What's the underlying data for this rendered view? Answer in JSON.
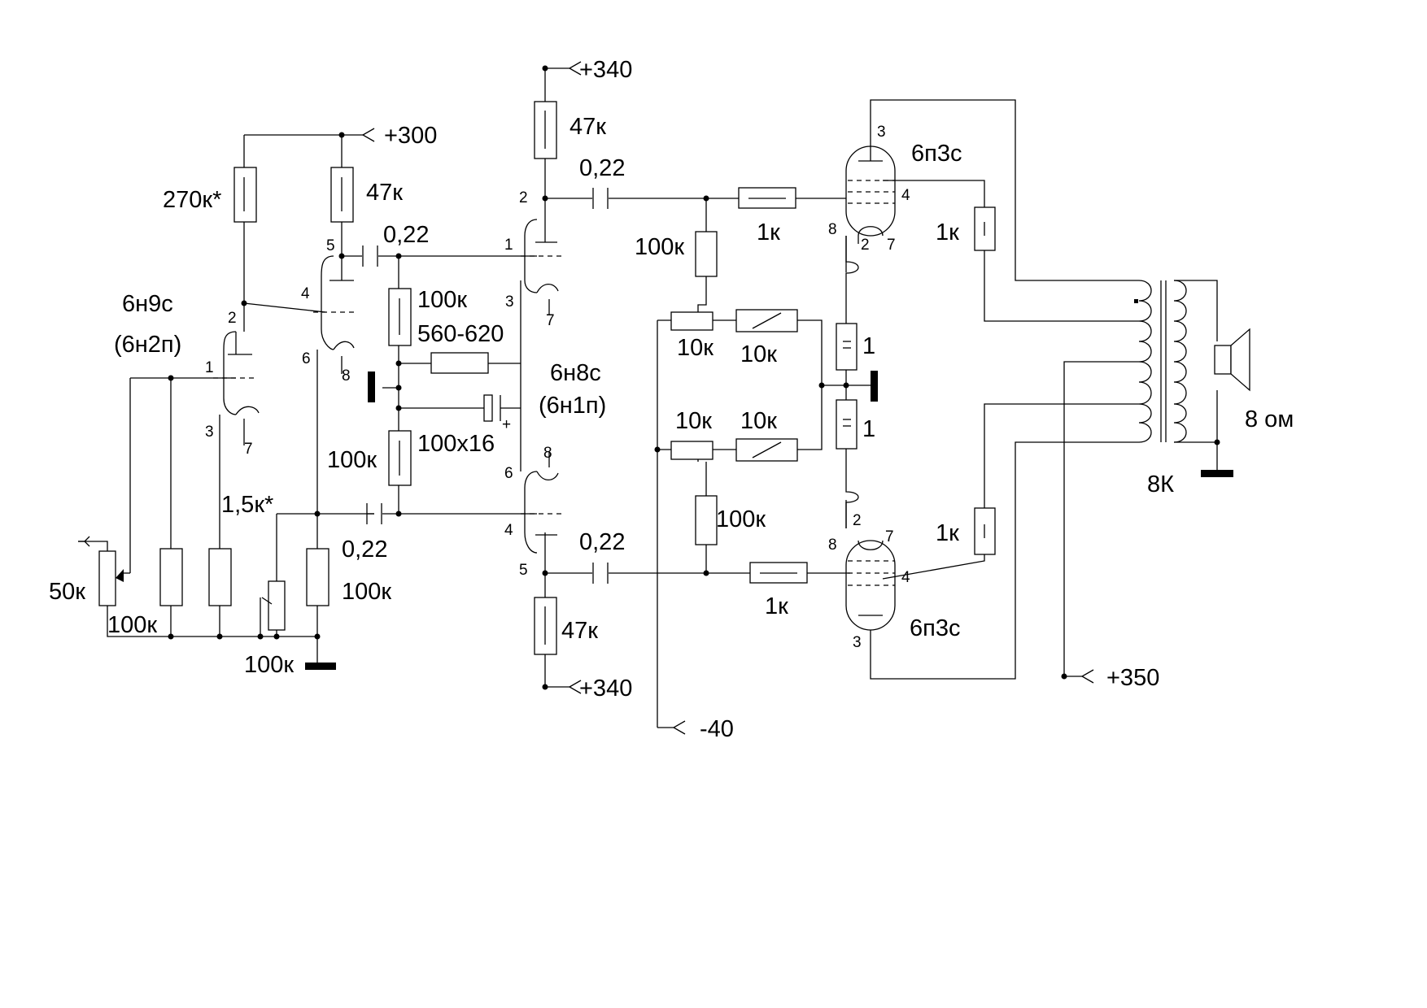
{
  "schematic": {
    "input_tube": {
      "type": "6н9с",
      "alt": "(6н2п)"
    },
    "phase_splitter": {
      "type": "6н8с",
      "alt": "(6н1п)"
    },
    "output_tubes": {
      "top": "6п3с",
      "bottom": "6п3с"
    },
    "supply": {
      "v300": "+300",
      "v340_top": "+340",
      "v340_bottom": "+340",
      "v350": "+350",
      "bias": "-40"
    },
    "components": {
      "pot_input": "50к",
      "r_grid_input": "100к",
      "r_cathode_1": "1,5к*",
      "r_bottom_100k": "100к",
      "r_bias_270k": "270к*",
      "r_load_1": "47к",
      "c_coupling_1": "0,22",
      "r_splitter_grid_top": "100к",
      "r_splitter_cathode": "560-620",
      "c_splitter_cathode": "100х16",
      "r_splitter_grid_bottom": "100к",
      "c_coupling_2": "0,22",
      "r_grid_leak_2": "100к",
      "r_load_top": "47к",
      "r_load_bottom": "47к",
      "c_out_top": "0,22",
      "c_out_bottom": "0,22",
      "r_grid_stop_top": "1к",
      "r_grid_stop_bottom": "1к",
      "r_grid_leak_top": "100к",
      "r_grid_leak_bottom": "100к",
      "trim_pot_top": "10к",
      "r_trim_top": "10к",
      "trim_pot_bottom": "10к",
      "r_trim_bottom": "10к",
      "r_cathode_top": "1",
      "r_cathode_bottom": "1",
      "r_screen_top": "1к",
      "r_screen_bottom": "1к",
      "transformer": "8К",
      "speaker": "8 ом"
    },
    "pins": {
      "t1_p2": "2",
      "t1_p1": "1",
      "t1_p3": "3",
      "t1_p7": "7",
      "t1_p5": "5",
      "t1_p4": "4",
      "t1_p6": "6",
      "t1_p8": "8",
      "t2_p2": "2",
      "t2_p1": "1",
      "t2_p3": "3",
      "t2_p7": "7",
      "t2_p8": "8",
      "t2_p6": "6",
      "t2_p4": "4",
      "t2_p5": "5",
      "top_p3": "3",
      "top_p4": "4",
      "top_p8": "8",
      "top_p2": "2",
      "top_p7": "7",
      "bot_p2": "2",
      "bot_p7": "7",
      "bot_p8": "8",
      "bot_p4": "4",
      "bot_p3": "3"
    }
  }
}
